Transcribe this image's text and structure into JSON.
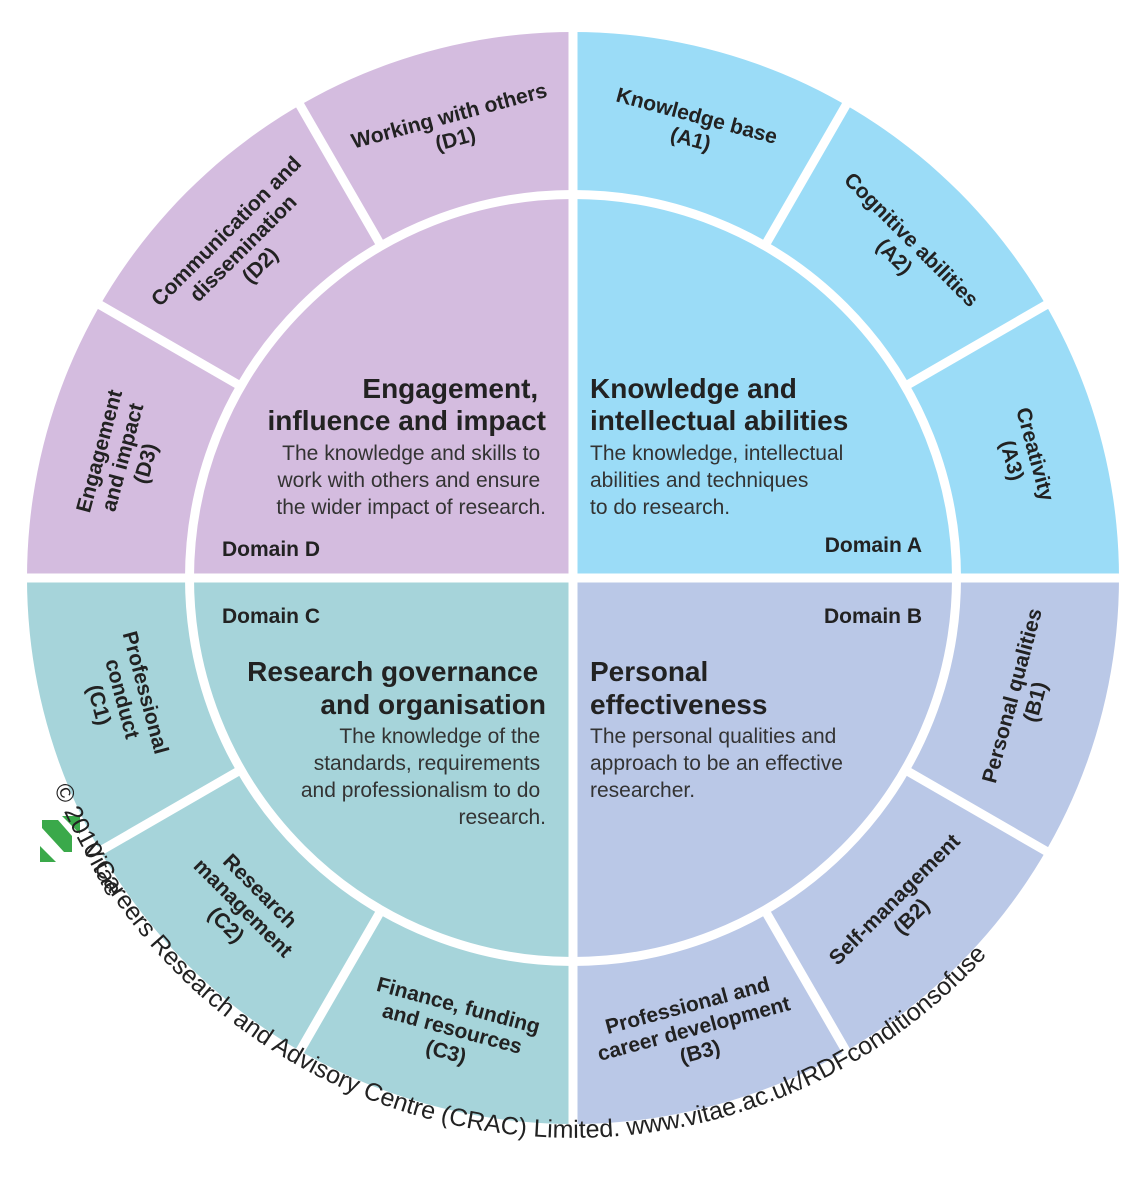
{
  "colors": {
    "domain_a": "#9bdcf7",
    "domain_b": "#bac8e7",
    "domain_c": "#a6d4da",
    "domain_d": "#d4bcdf",
    "separator": "#ffffff",
    "logo_green": "#3aa94a"
  },
  "domains": {
    "a": {
      "label": "Domain A",
      "title_lines": [
        "Knowledge and",
        "intellectual abilities"
      ],
      "desc_lines": [
        "The knowledge, intellectual",
        "abilities and techniques",
        "to do research."
      ],
      "subdomains": [
        {
          "lines": [
            "Knowledge base",
            "(A1)"
          ]
        },
        {
          "lines": [
            "Cognitive abilities",
            "(A2)"
          ]
        },
        {
          "lines": [
            "Creativity",
            "(A3)"
          ]
        }
      ]
    },
    "b": {
      "label": "Domain B",
      "title_lines": [
        "Personal",
        "effectiveness"
      ],
      "desc_lines": [
        "The personal qualities and",
        "approach to be an effective",
        "researcher."
      ],
      "subdomains": [
        {
          "lines": [
            "Personal qualities",
            "(B1)"
          ]
        },
        {
          "lines": [
            "Self-management",
            "(B2)"
          ]
        },
        {
          "lines": [
            "Professional and",
            "career development",
            "(B3)"
          ]
        }
      ]
    },
    "c": {
      "label": "Domain C",
      "title_lines": [
        "Research governance",
        "and organisation"
      ],
      "desc_lines": [
        "The knowledge of the",
        "standards, requirements",
        "and professionalism to do",
        "research."
      ],
      "subdomains": [
        {
          "lines": [
            "Professional",
            "conduct",
            "(C1)"
          ]
        },
        {
          "lines": [
            "Research",
            "management",
            "(C2)"
          ]
        },
        {
          "lines": [
            "Finance, funding",
            "and resources",
            "(C3)"
          ]
        }
      ]
    },
    "d": {
      "label": "Domain D",
      "title_lines": [
        "Engagement,",
        "influence and impact"
      ],
      "desc_lines": [
        "The knowledge and skills to",
        "work with others and ensure",
        "the wider impact of research."
      ],
      "subdomains": [
        {
          "lines": [
            "Working with others",
            "(D1)"
          ]
        },
        {
          "lines": [
            "Communication and",
            "dissemination",
            "(D2)"
          ]
        },
        {
          "lines": [
            "Engagement",
            "and impact",
            "(D3)"
          ]
        }
      ]
    }
  },
  "logo": {
    "name": "Vitae",
    "icon": "vitae-logo-icon"
  },
  "copyright": "© 2010 Careers Research and Advisory Centre (CRAC) Limited. www.vitae.ac.uk/RDFconditionsofuse"
}
